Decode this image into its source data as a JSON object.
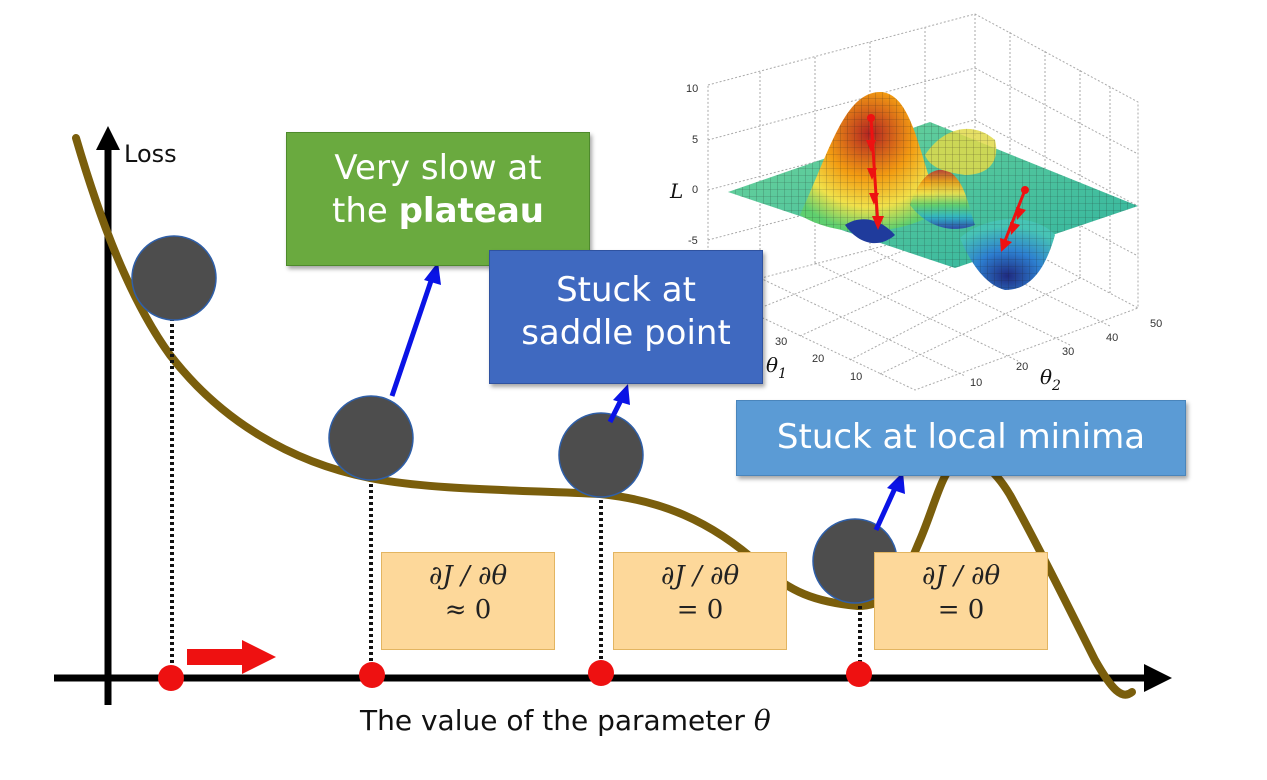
{
  "axes": {
    "y_label": "Loss",
    "x_label_prefix": "The value of the parameter ",
    "x_label_symbol": "θ"
  },
  "callouts": {
    "plateau": {
      "line1": "Very slow at",
      "line2_prefix": "the ",
      "line2_bold": "plateau"
    },
    "saddle": {
      "line1": "Stuck at",
      "line2": "saddle point"
    },
    "local_minima": {
      "text": "Stuck at local minima"
    }
  },
  "derivative_boxes": [
    {
      "expr": "∂J / ∂θ",
      "value": "≈ 0"
    },
    {
      "expr": "∂J / ∂θ",
      "value": "= 0"
    },
    {
      "expr": "∂J / ∂θ",
      "value": "= 0"
    }
  ],
  "surface_plot": {
    "z_label": "L",
    "x_label": "θ",
    "x_label_sub": "1",
    "y_label": "θ",
    "y_label_sub": "2",
    "z_ticks": [
      "10",
      "5",
      "0",
      "-5"
    ],
    "theta1_ticks": [
      "30",
      "20",
      "10"
    ],
    "theta2_ticks": [
      "10",
      "20",
      "30",
      "40",
      "50"
    ]
  },
  "colors": {
    "curve": "#7a5e0c",
    "ball": "#4d4d4d",
    "point": "#ee1111",
    "arrow": "#0a13e6",
    "plateau_box": "#6aaa3f",
    "saddle_box": "#3f69c0",
    "minima_box": "#5b9bd5",
    "deriv_box": "#fdd89a"
  }
}
